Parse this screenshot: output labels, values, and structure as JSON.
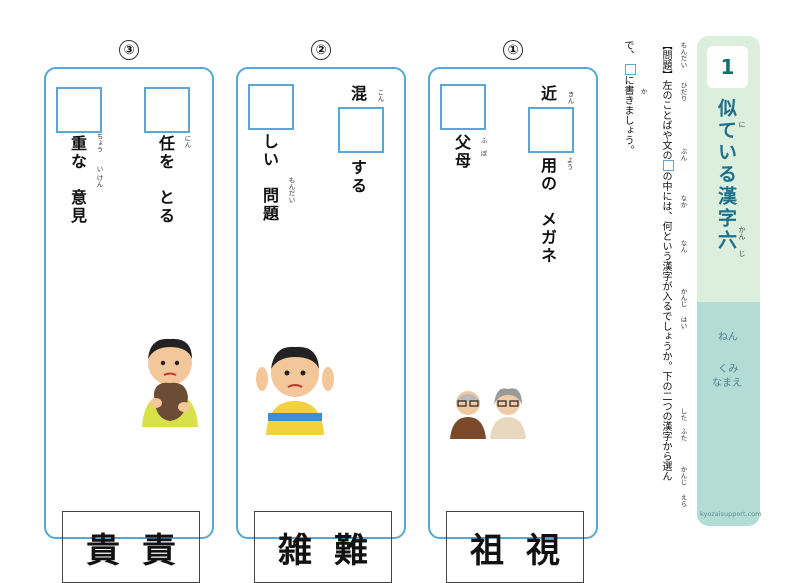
{
  "sidebar": {
    "number": "1",
    "title": "似ている漢字六",
    "title_ruby": [
      "に",
      "かん",
      "じ"
    ],
    "fields": [
      "ねん",
      "くみ",
      "なまえ"
    ],
    "site": "kyozaisupport.com"
  },
  "instructions": {
    "label": "【問題】",
    "label_ruby": "もんだい",
    "line1a": "左のことばや文の",
    "line1b": "の中には、何という漢字が入るでしょうか。下の二つの漢字から選ん",
    "line2": "で、",
    "line3": "に書きましょう。",
    "ruby": [
      "ひだり",
      "ぶん",
      "なか",
      "なん",
      "かんじ",
      "はい",
      "した",
      "ふた",
      "かんじ",
      "えら",
      "か"
    ]
  },
  "columns": [
    {
      "number": "①",
      "right_text": "近",
      "right_ruby": "きん",
      "right_after": "用の　メガネ",
      "right_after_ruby": "よう",
      "left_after": "父母",
      "left_after_ruby": "ふ　ぼ",
      "choices": [
        "祖",
        "視"
      ],
      "illustration": "elderly-couple-illustration"
    },
    {
      "number": "②",
      "right_text": "混",
      "right_ruby": "こん",
      "right_after": "する",
      "left_after": "しい　問題",
      "left_after_ruby": "もんだい",
      "choices": [
        "雑",
        "難"
      ],
      "illustration": "confused-boy-illustration"
    },
    {
      "number": "③",
      "right_after": "任を　とる",
      "right_after_ruby": "にん",
      "left_after": "重な　意見",
      "left_after_ruby": "ちょう　　い けん",
      "choices": [
        "貴",
        "責"
      ],
      "illustration": "boy-holding-bag-illustration"
    }
  ],
  "colors": {
    "accent": "#54a7d6",
    "sidebar_top": "#dcefdc",
    "sidebar_bottom": "#b4dcd7",
    "title": "#1d6f8a"
  }
}
